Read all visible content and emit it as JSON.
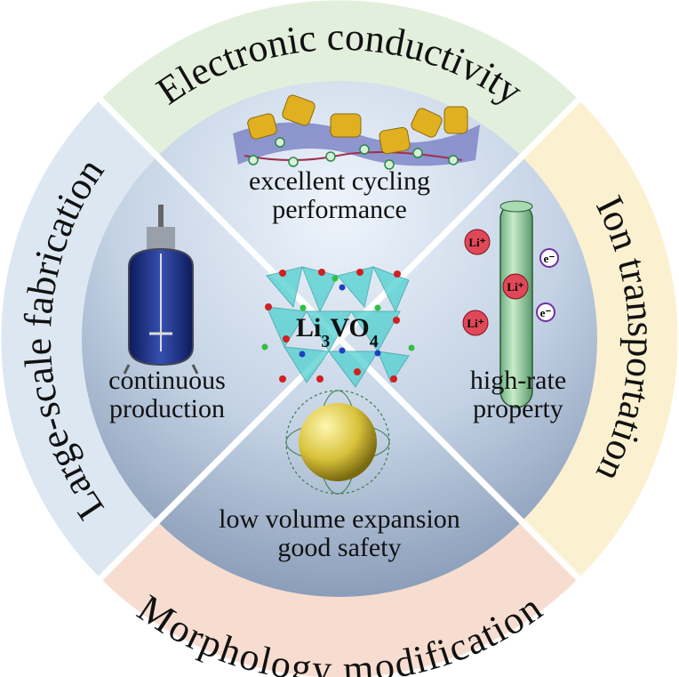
{
  "ring": {
    "top": "Electronic conductivity",
    "right": "Ion transportation",
    "bottom": "Morphology modification",
    "left": "Large-scale fabrication"
  },
  "center": {
    "formula_main": "Li",
    "formula_sub1": "3",
    "formula_mid": "VO",
    "formula_sub2": "4"
  },
  "labels": {
    "top_line1": "excellent cycling",
    "top_line2": "performance",
    "left_line1": "continuous",
    "left_line2": "production",
    "right_line1": "high-rate",
    "right_line2": "property",
    "bottom_line1": "low volume expansion",
    "bottom_line2": "good safety"
  },
  "ion_labels": {
    "li": "Li⁺",
    "e": "e⁻"
  },
  "colors": {
    "top": "#e2efdc",
    "right": "#fbf1d0",
    "bottom": "#f7ddd0",
    "left": "#dce7f2",
    "crystal": "#4fd0d0"
  }
}
